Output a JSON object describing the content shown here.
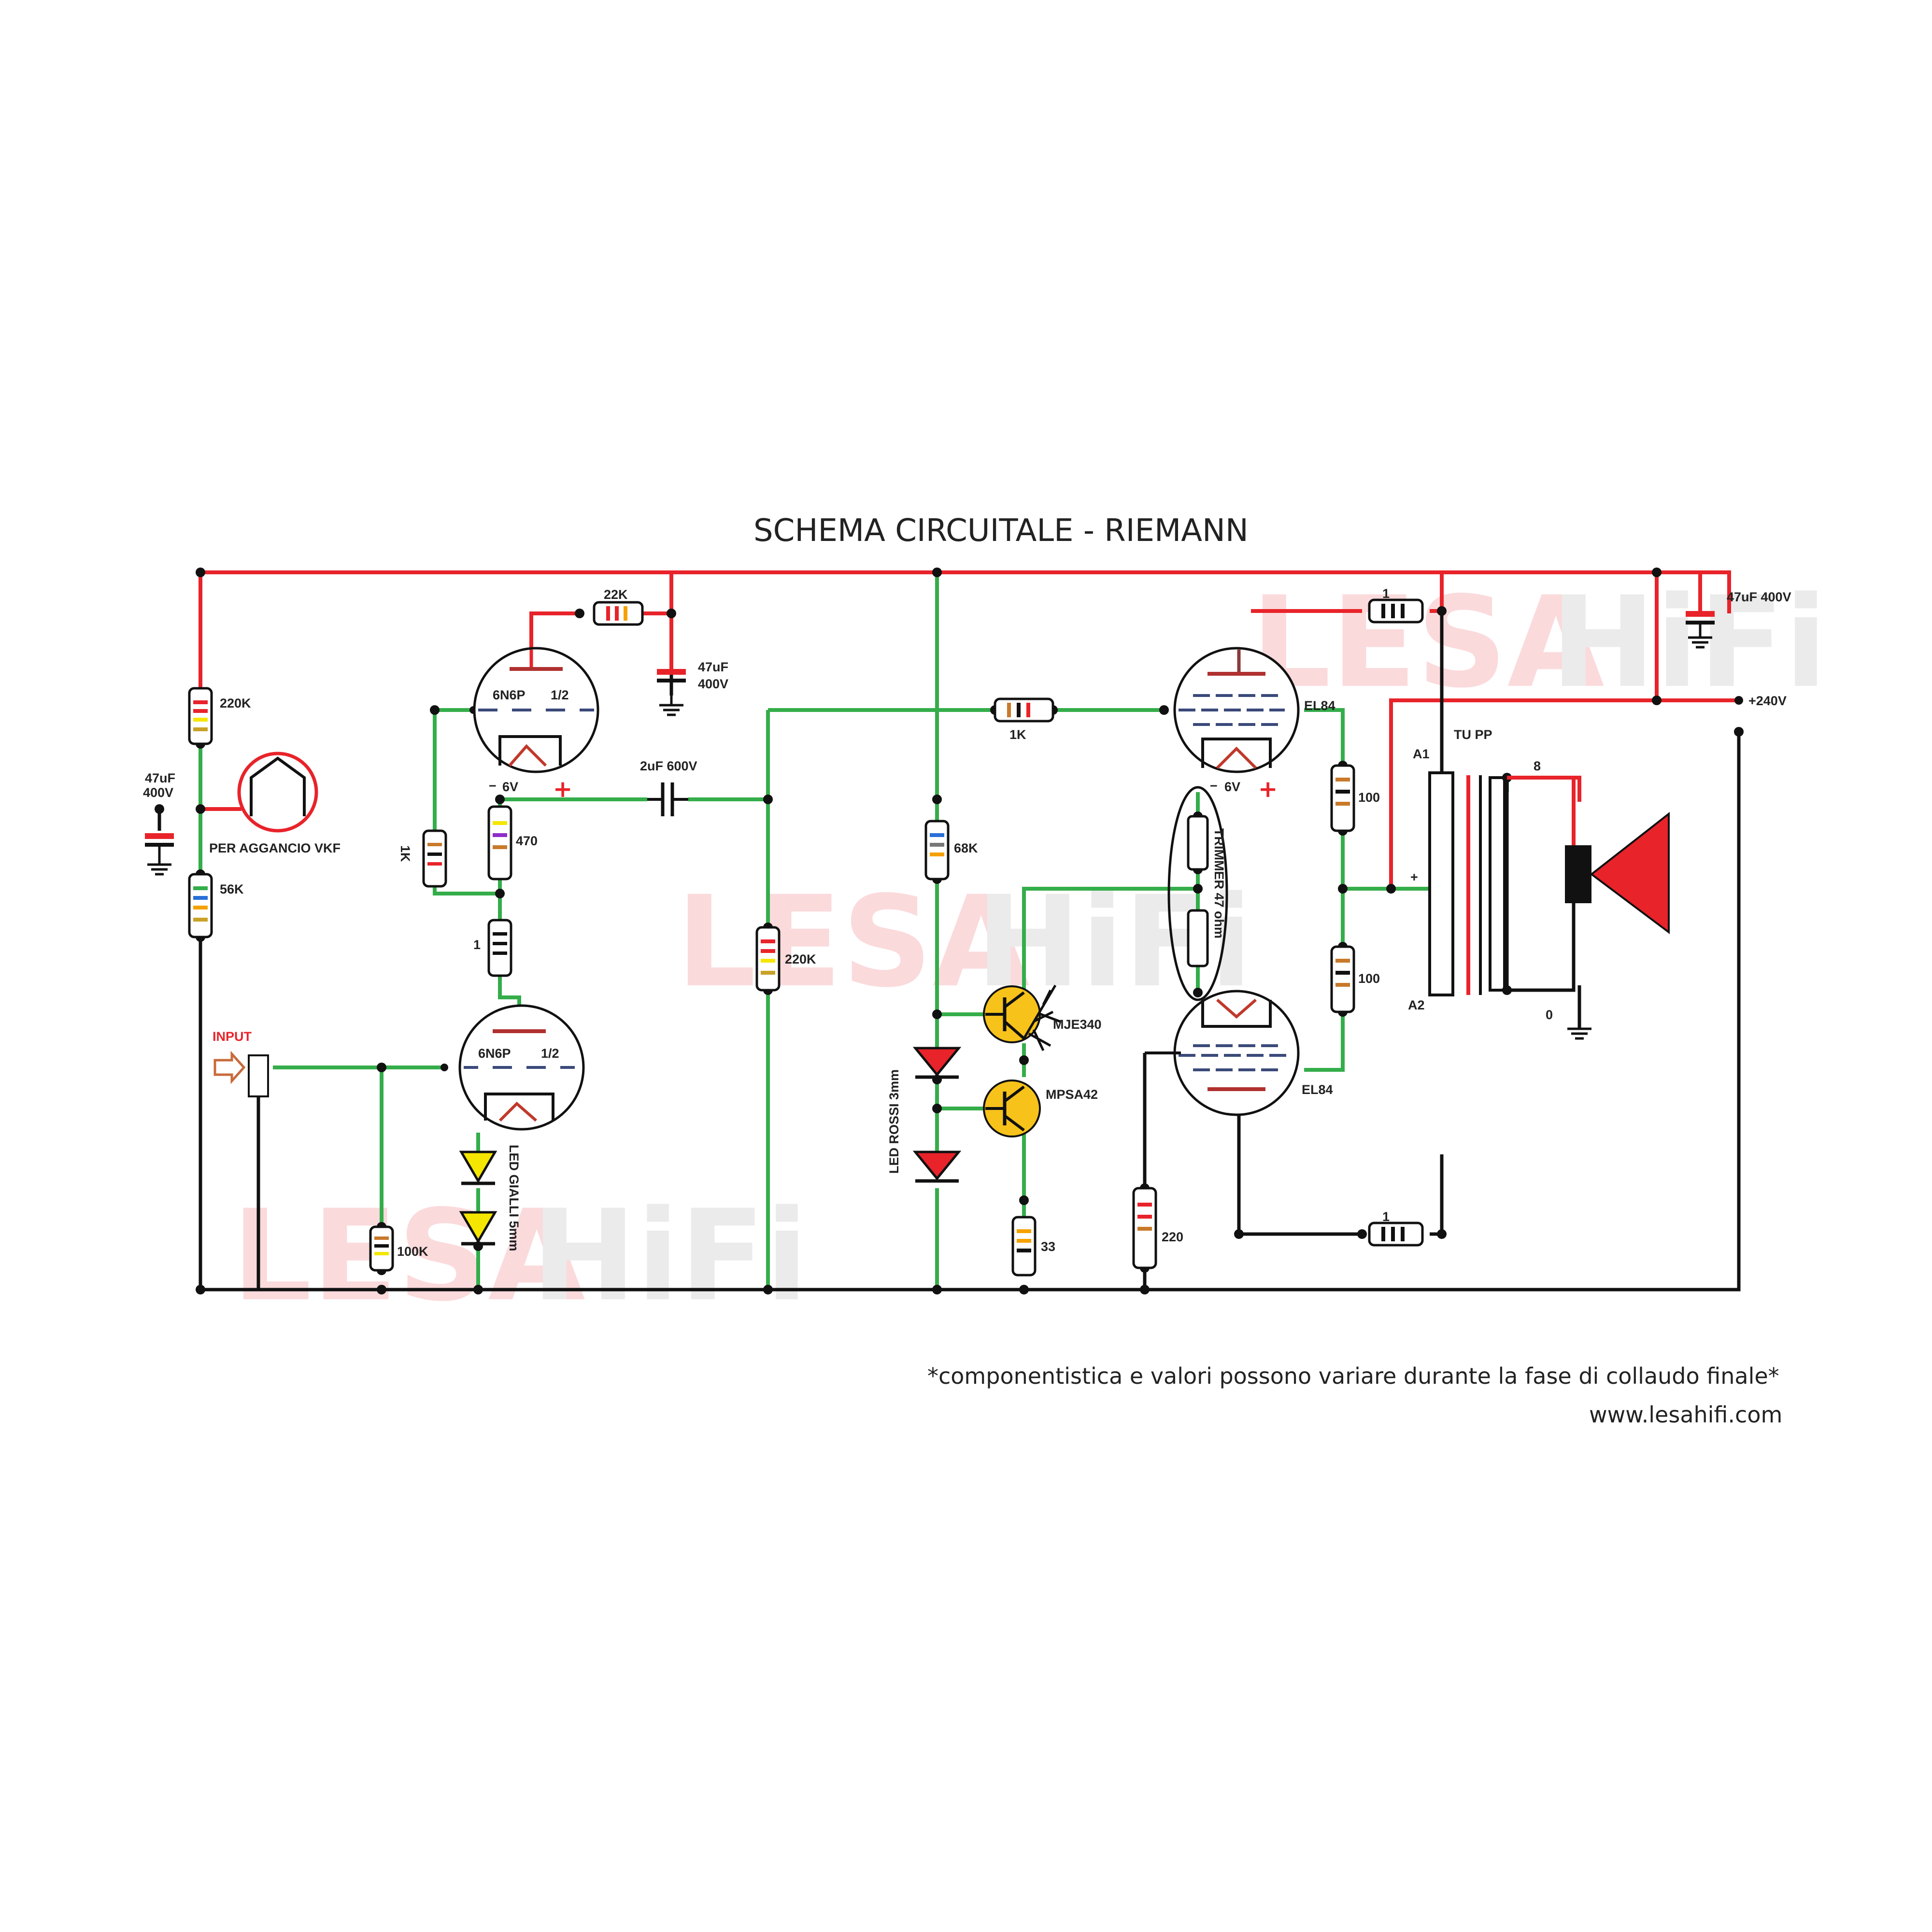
{
  "title": "SCHEMA CIRCUITALE - RIEMANN",
  "footer": {
    "note": "*componentistica e valori possono variare durante la fase di collaudo finale*",
    "website": "www.lesahifi.com"
  },
  "watermark": {
    "part1": "LESA",
    "part2": "HiFi"
  },
  "labels": {
    "r_220k_left": "220K",
    "r_56k": "56K",
    "r_100k": "100K",
    "cap_left": "47uF\n400V",
    "cap_left_line1": "47uF",
    "cap_left_line2": "400V",
    "vkf": "PER AGGANCIO VKF",
    "input": "INPUT",
    "r_22k": "22K",
    "cap_mid_line1": "47uF",
    "cap_mid_line2": "400V",
    "tube1_type": "6N6P",
    "tube1_half": "1/2",
    "tube1_heater": "6V",
    "tube2_type": "6N6P",
    "tube2_half": "1/2",
    "r_1k_left": "1K",
    "r_470": "470",
    "r_1_left": "1",
    "cap_2uf": "2uF 600V",
    "led_gialli": "LED GIALLI 5mm",
    "r_220k_mid": "220K",
    "r_1k_grid": "1K",
    "r_68k": "68K",
    "led_rossi": "LED ROSSI 3mm",
    "mje340": "MJE340",
    "mpsa42": "MPSA42",
    "r_33": "33",
    "r_220": "220",
    "el84_top": "EL84",
    "el84_bottom": "EL84",
    "tube3_heater": "6V",
    "trimmer": "TRIMMER 47 ohm",
    "r_1_top": "1",
    "r_1_bottom": "1",
    "r_100_top": "100",
    "r_100_bottom": "100",
    "cap_right": "47uF 400V",
    "v240": "+240V",
    "tu_pp": "TU PP",
    "a1": "A1",
    "a2": "A2",
    "plus": "+",
    "tap8": "8",
    "tap0": "0",
    "minus": "−",
    "heater_plus": "+"
  },
  "colors": {
    "b_plus_wire": "#e8232a",
    "signal_wire": "#34ad4a",
    "ground_wire": "#111111",
    "transistor": "#f7c21a",
    "led_yellow": "#f5e600",
    "led_red": "#e8232a",
    "speaker": "#e8232a"
  }
}
